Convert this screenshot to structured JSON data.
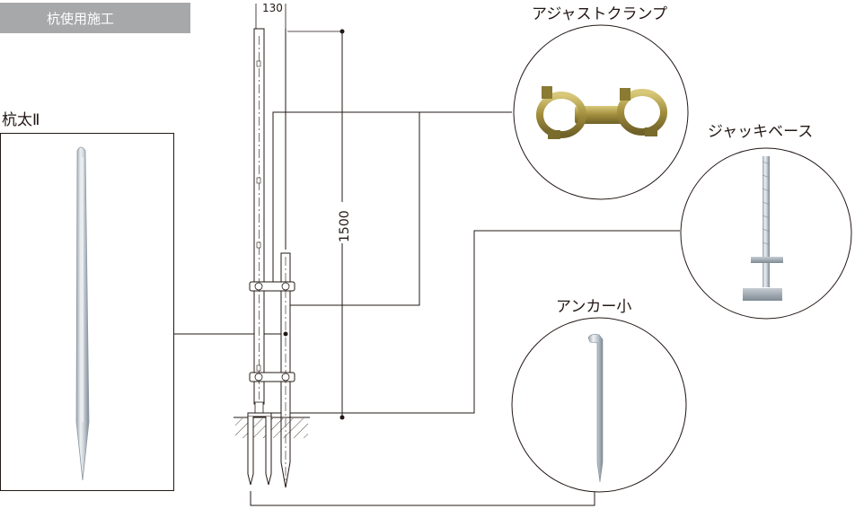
{
  "banner": {
    "text": "杭使用施工",
    "bg_color": "#a7a8aa"
  },
  "labels": {
    "stake": "杭太Ⅱ",
    "clamp": "アジャストクランプ",
    "jack": "ジャッキベース",
    "anchor": "アンカー小"
  },
  "dimensions": {
    "width": "130",
    "height": "1500"
  },
  "colors": {
    "line": "#231815",
    "galvanized_light": "#e8ecef",
    "galvanized_dark": "#8e99a3",
    "clamp_gold": "#b9a34c"
  },
  "icons": [
    "stake-photo",
    "clamp-photo",
    "jack-base-photo",
    "anchor-photo"
  ]
}
